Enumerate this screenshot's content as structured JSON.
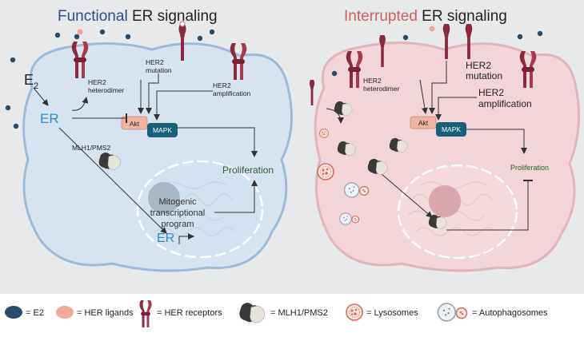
{
  "left_panel": {
    "title_part1": "Functional",
    "title_part2": " ER signaling",
    "label_e": "E",
    "label_e_sub": "2",
    "label_er": "ER",
    "label_her2_heterodimer": [
      "HER2",
      "heterodimer"
    ],
    "label_her2_mutation": [
      "HER2",
      "mutation"
    ],
    "label_her2_amplification": [
      "HER2",
      "amplification"
    ],
    "label_akt": "Akt",
    "label_mapk": "MAPK",
    "label_mlh1": "MLH1/PMS2",
    "label_proliferation": "Proliferation",
    "label_mitogenic": [
      "Mitogenic",
      "transcriptional",
      "program"
    ],
    "label_er_nucleus": "ER"
  },
  "right_panel": {
    "title_part1": "Interrupted",
    "title_part2": " ER signaling",
    "label_her2_heterodimer": [
      "HER2",
      "heterodimer"
    ],
    "label_her2_mutation": [
      "HER2",
      "mutation"
    ],
    "label_her2_amplification": [
      "HER2",
      "amplification"
    ],
    "label_akt": "Akt",
    "label_mapk": "MAPK",
    "label_proliferation": "Proliferation"
  },
  "legend": {
    "e2": "= E2",
    "her_ligands": "= HER ligands",
    "her_receptors": "= HER receptors",
    "mlh1": "= MLH1/PMS2",
    "lysosomes": "= Lysosomes",
    "autophagosomes": "= Autophagosomes"
  },
  "colors": {
    "blue_title": "#2b4a8a",
    "red_title": "#d0605c",
    "er_blue": "#2a8fbf",
    "left_cell": "#d7e4f0",
    "right_cell": "#f2d5d8",
    "e2_dot": "#264c6a",
    "ligand": "#f0a898",
    "receptor": "#8b2a3c",
    "akt": "#f0b4a0",
    "mapk": "#16607a"
  },
  "icons": [
    "e2-dot-icon",
    "her-ligand-icon",
    "her-receptor-icon",
    "mlh1-pms2-icon",
    "lysosome-icon",
    "autophagosome-icon"
  ]
}
